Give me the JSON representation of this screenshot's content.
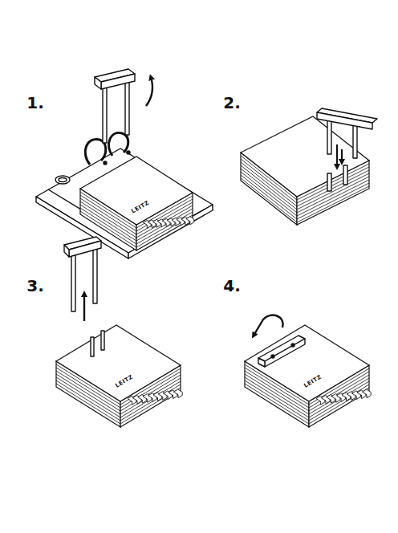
{
  "diagram": {
    "labels": [
      "1.",
      "LEITZ",
      "2.",
      "3.",
      "LEITZ",
      "4.",
      "LEITZ"
    ]
  }
}
